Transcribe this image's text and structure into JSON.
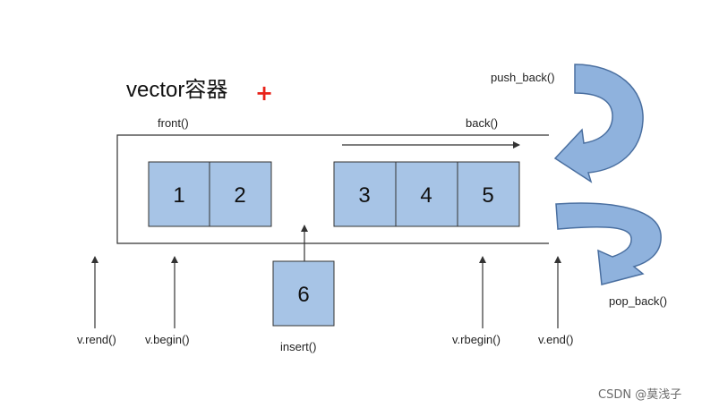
{
  "title": "vector容器",
  "plus_mark": "+",
  "cells": {
    "c1": "1",
    "c2": "2",
    "c3": "3",
    "c4": "4",
    "c5": "5",
    "c6": "6"
  },
  "labels": {
    "front": "front()",
    "back": "back()",
    "push_back": "push_back()",
    "pop_back": "pop_back()",
    "rend": "v.rend()",
    "begin": "v.begin()",
    "insert": "insert()",
    "rbegin": "v.rbegin()",
    "end": "v.end()"
  },
  "watermark": "CSDN @莫浅子",
  "colors": {
    "cell_fill": "#a7c4e6",
    "arrow_fill": "#8fb2dd",
    "arrow_stroke": "#4a6fa0",
    "line": "#333333",
    "plus": "#e8231a"
  }
}
